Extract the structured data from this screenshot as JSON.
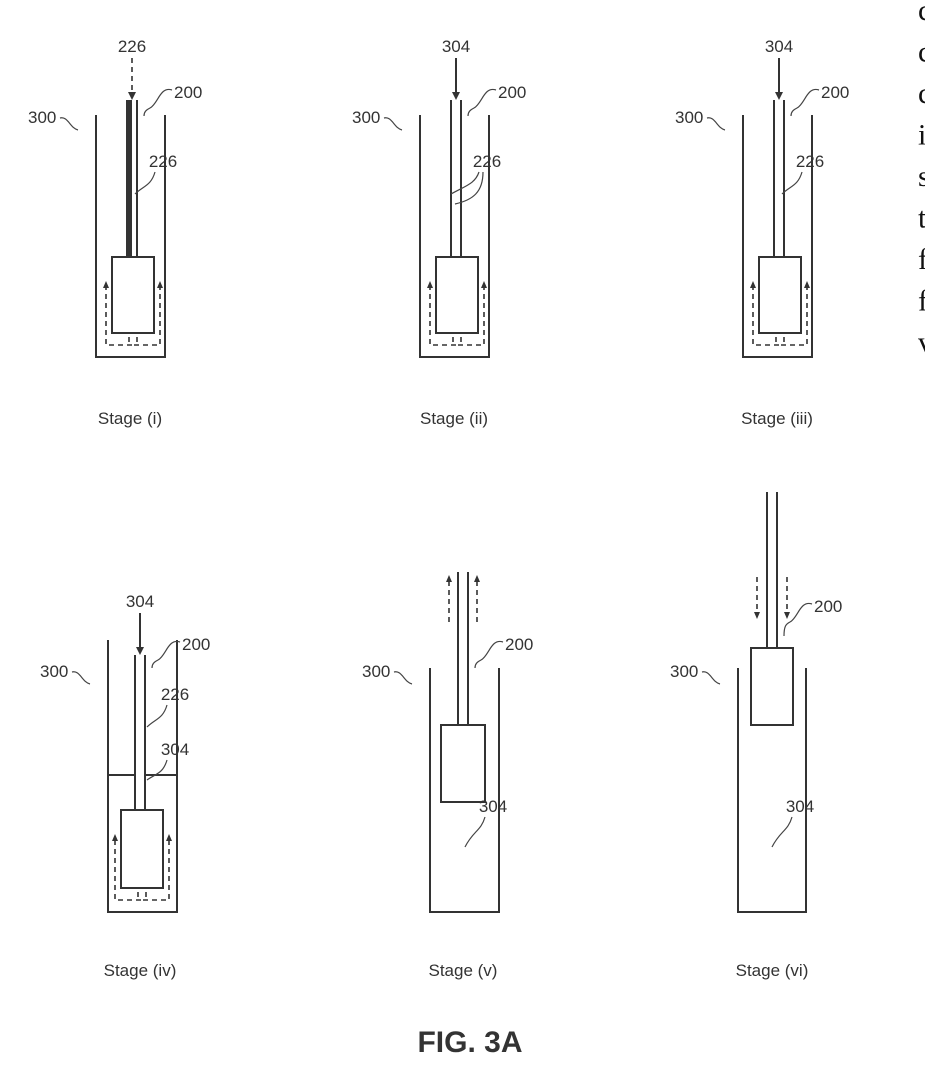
{
  "figure": {
    "title": "FIG. 3A",
    "stages": [
      {
        "caption": "Stage (i)",
        "labels": {
          "top": "226",
          "rod": "200",
          "vessel": "300",
          "fluid": "226"
        }
      },
      {
        "caption": "Stage (ii)",
        "labels": {
          "top": "304",
          "rod": "200",
          "vessel": "300",
          "fluid": "226"
        }
      },
      {
        "caption": "Stage (iii)",
        "labels": {
          "top": "304",
          "rod": "200",
          "vessel": "300",
          "fluid": "226"
        }
      },
      {
        "caption": "Stage (iv)",
        "labels": {
          "top": "304",
          "rod": "200",
          "vessel": "300",
          "fluid": "226",
          "liquid": "304"
        }
      },
      {
        "caption": "Stage (v)",
        "labels": {
          "rod": "200",
          "vessel": "300",
          "liquid": "304"
        }
      },
      {
        "caption": "Stage (vi)",
        "labels": {
          "rod": "200",
          "vessel": "300",
          "liquid": "304"
        }
      }
    ]
  },
  "side_text": [
    "c",
    "c",
    "c",
    "i",
    "s",
    "t",
    "f",
    "f",
    "v"
  ]
}
